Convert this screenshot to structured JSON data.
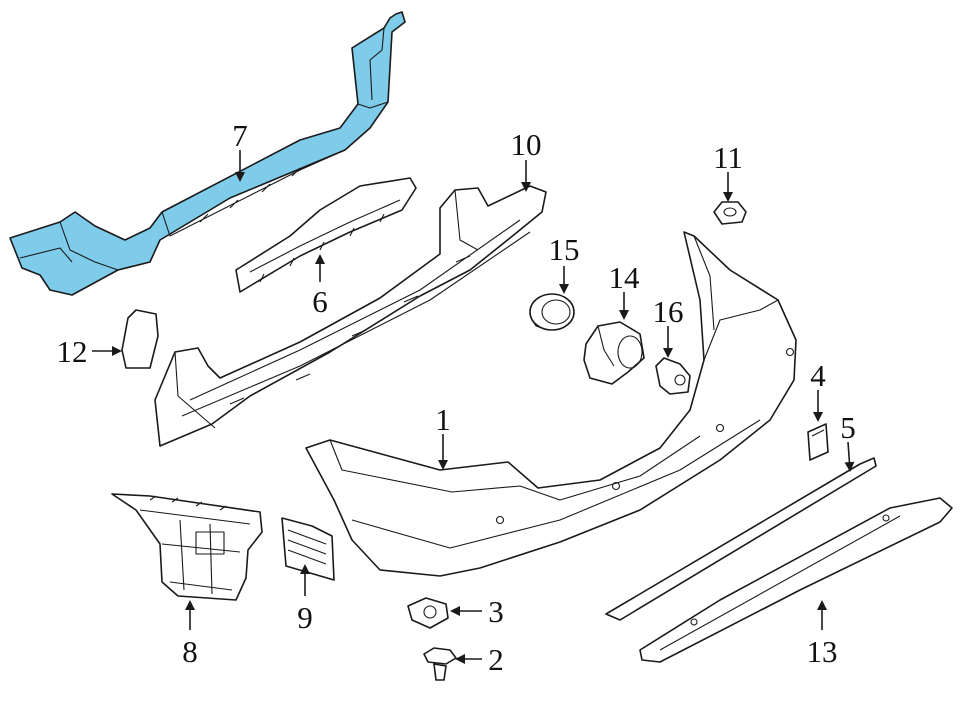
{
  "colors": {
    "highlight": "#7ecbea",
    "line": "#1a1a1a",
    "background": "#ffffff"
  },
  "callouts": [
    "1",
    "2",
    "3",
    "4",
    "5",
    "6",
    "7",
    "8",
    "9",
    "10",
    "11",
    "12",
    "13",
    "14",
    "15",
    "16"
  ]
}
